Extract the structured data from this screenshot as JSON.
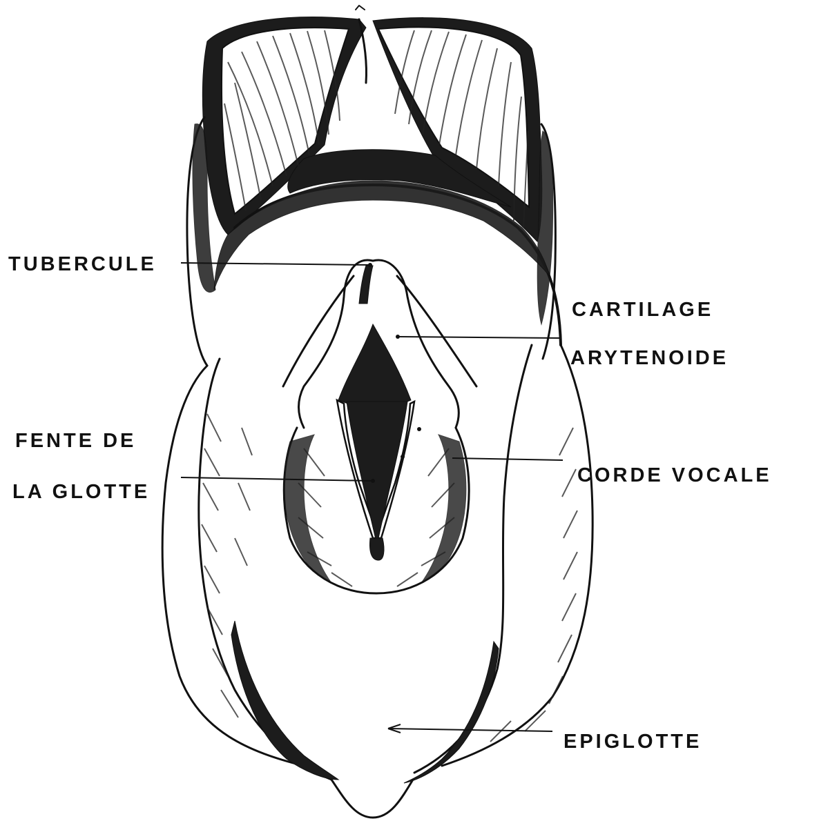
{
  "labels": {
    "tubercule": "TUBERCULE",
    "cartilage_line1": "CARTILAGE",
    "cartilage_line2": "ARYTENOIDE",
    "fente_line1": "FENTE DE",
    "fente_line2": "LA GLOTTE",
    "corde_vocale": "CORDE VOCALE",
    "epiglotte": "EPIGLOTTE"
  },
  "colors": {
    "ink": "#111111",
    "paper": "#ffffff"
  }
}
